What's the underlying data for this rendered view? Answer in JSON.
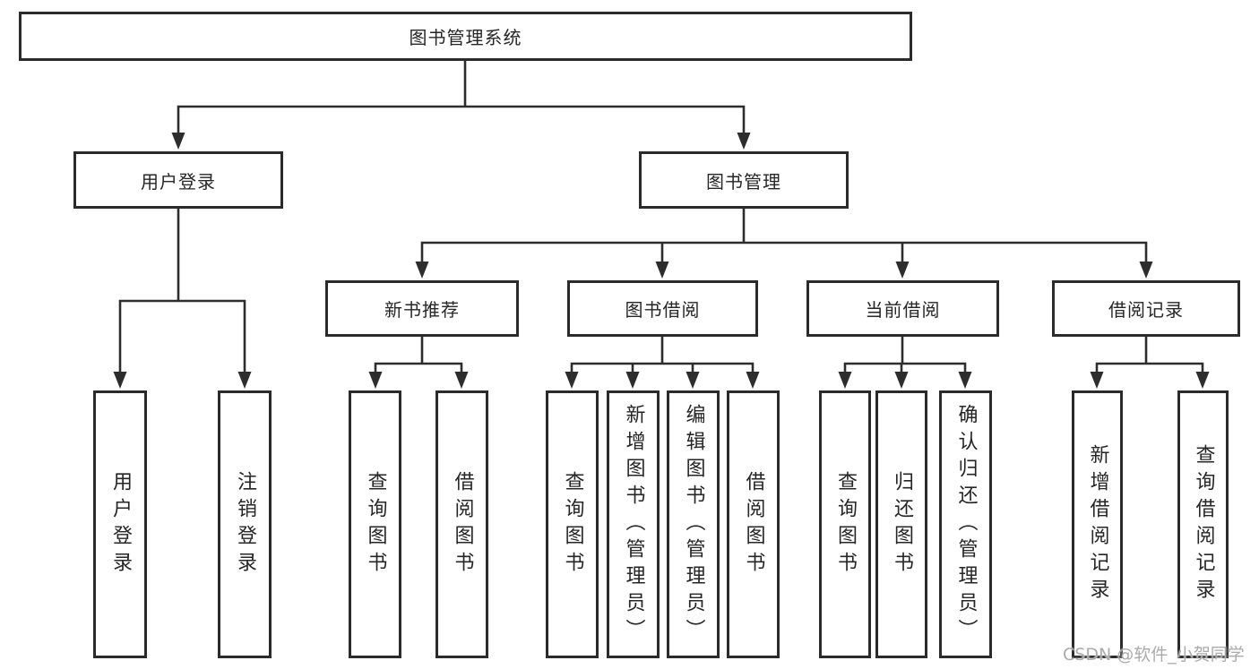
{
  "tree": {
    "label": "图书管理系统",
    "children": [
      {
        "label": "用户登录",
        "children": [
          {
            "label": "用户登录"
          },
          {
            "label": "注销登录"
          }
        ]
      },
      {
        "label": "图书管理",
        "children": [
          {
            "label": "新书推荐",
            "children": [
              {
                "label": "查询图书"
              },
              {
                "label": "借阅图书"
              }
            ]
          },
          {
            "label": "图书借阅",
            "children": [
              {
                "label": "查询图书"
              },
              {
                "label": "新增图书（管理员）"
              },
              {
                "label": "编辑图书（管理员）"
              },
              {
                "label": "借阅图书"
              }
            ]
          },
          {
            "label": "当前借阅",
            "children": [
              {
                "label": "查询图书"
              },
              {
                "label": "归还图书"
              },
              {
                "label": "确认归还（管理员）"
              }
            ]
          },
          {
            "label": "借阅记录",
            "children": [
              {
                "label": "新增借阅记录"
              },
              {
                "label": "查询借阅记录"
              }
            ]
          }
        ]
      }
    ]
  },
  "watermark": "CSDN @软件_小贺同学",
  "colors": {
    "line": "#2d2d2d",
    "box_border": "#2b2b2b",
    "box_background": "#ffffff",
    "text": "#262626",
    "watermark": "#ababab"
  }
}
